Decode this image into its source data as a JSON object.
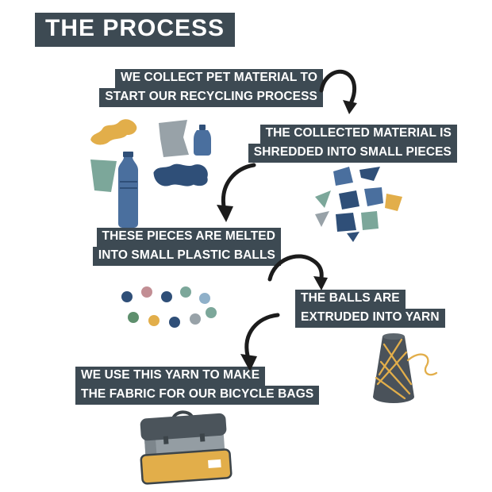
{
  "title": "THE PROCESS",
  "steps": [
    {
      "lines": [
        "WE COLLECT PET MATERIAL TO",
        "START OUR RECYCLING PROCESS"
      ]
    },
    {
      "lines": [
        "THE COLLECTED MATERIAL IS",
        "SHREDDED INTO SMALL PIECES"
      ]
    },
    {
      "lines": [
        "THESE PIECES ARE MELTED",
        "INTO SMALL PLASTIC BALLS"
      ]
    },
    {
      "lines": [
        "THE BALLS ARE",
        "EXTRUDED INTO YARN"
      ]
    },
    {
      "lines": [
        "WE USE THIS YARN TO MAKE",
        "THE FABRIC FOR OUR BICYCLE BAGS"
      ]
    }
  ],
  "illustrations": {
    "step1": "plastic-waste-icon",
    "step2": "shredded-pieces-icon",
    "step3": "plastic-balls-icon",
    "step4": "yarn-cone-icon",
    "step5": "bicycle-bag-icon"
  },
  "colors": {
    "background": "#ffffff",
    "label_bg": "#3d4a53",
    "label_text": "#ffffff",
    "arrow": "#1c1c1c",
    "yellow": "#e2ae4a",
    "blue": "#4a6f9e",
    "navy": "#2f4f78",
    "teal": "#7ca79a",
    "gray": "#98a2a8",
    "mauve": "#c28e94",
    "green": "#5e8f6d",
    "light_blue": "#8fb0c9",
    "charcoal": "#4a525a",
    "bag_gray": "#949da3",
    "bag_dark": "#4b545b",
    "white": "#ffffff"
  }
}
